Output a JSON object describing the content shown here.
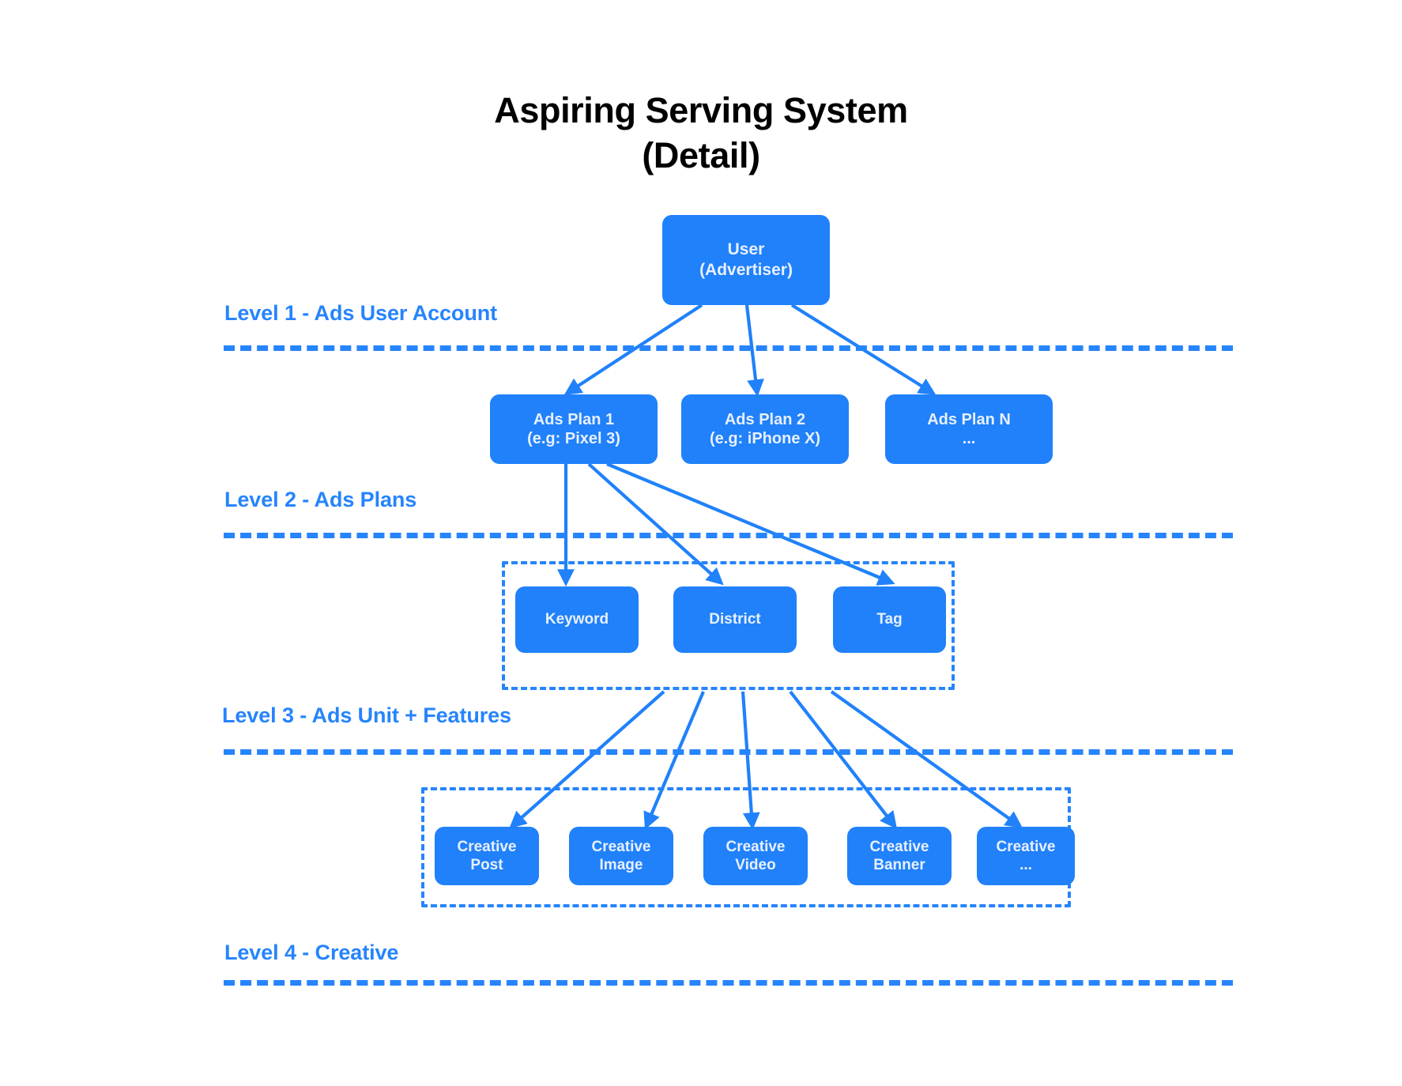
{
  "title": {
    "line1": "Aspiring Serving System",
    "line2": "(Detail)"
  },
  "colors": {
    "node_fill": "#2081FA",
    "accent": "#2684FC",
    "node_text": "#E8F0FE",
    "title_text": "#000000",
    "background": "#FFFFFF"
  },
  "levels": [
    {
      "id": "level-1",
      "caption": "Level 1 - Ads User Account"
    },
    {
      "id": "level-2",
      "caption": "Level 2 - Ads Plans"
    },
    {
      "id": "level-3",
      "caption": "Level 3 - Ads Unit + Features"
    },
    {
      "id": "level-4",
      "caption": "Level 4 - Creative"
    }
  ],
  "nodes": {
    "user": {
      "line1": "User",
      "line2": "(Advertiser)"
    },
    "ads_plans": [
      {
        "line1": "Ads Plan 1",
        "line2": "(e.g: Pixel 3)"
      },
      {
        "line1": "Ads Plan 2",
        "line2": "(e.g: iPhone X)"
      },
      {
        "line1": "Ads Plan N",
        "line2": "..."
      }
    ],
    "features": [
      {
        "line1": "Keyword"
      },
      {
        "line1": "District"
      },
      {
        "line1": "Tag"
      }
    ],
    "creatives": [
      {
        "line1": "Creative",
        "line2": "Post"
      },
      {
        "line1": "Creative",
        "line2": "Image"
      },
      {
        "line1": "Creative",
        "line2": "Video"
      },
      {
        "line1": "Creative",
        "line2": "Banner"
      },
      {
        "line1": "Creative",
        "line2": "..."
      }
    ]
  }
}
